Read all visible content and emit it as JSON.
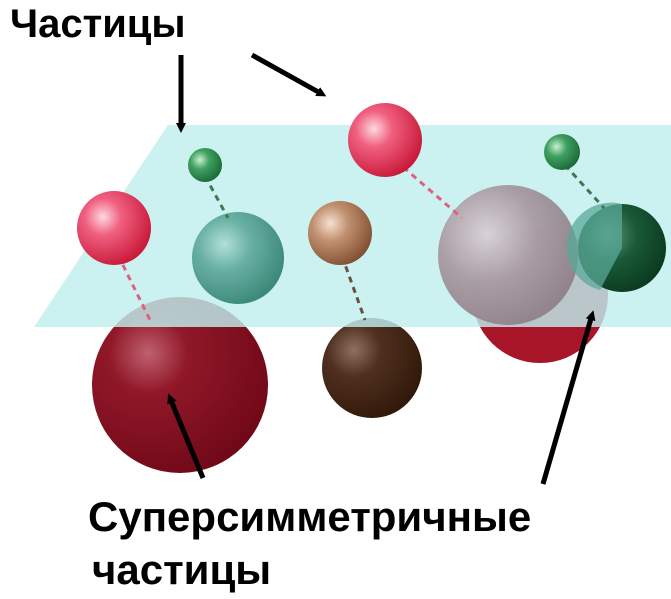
{
  "labels": {
    "particles": "Частицы",
    "superpartners_line1": "Суперсимметричные",
    "superpartners_line2": "частицы"
  },
  "colors": {
    "background": "#ffffff",
    "plane": "#bfeeee",
    "text": "#000000",
    "red_particle": "#e8284a",
    "green_particle": "#2a8a4a",
    "brown_particle": "#b07850",
    "dark_red_superpartner": "#8a1020",
    "teal_superpartner": "#5aa898",
    "dark_brown_superpartner": "#4a2818",
    "grey_superpartner": "#a89aa0",
    "dark_green_superpartner": "#1a5a3a"
  }
}
